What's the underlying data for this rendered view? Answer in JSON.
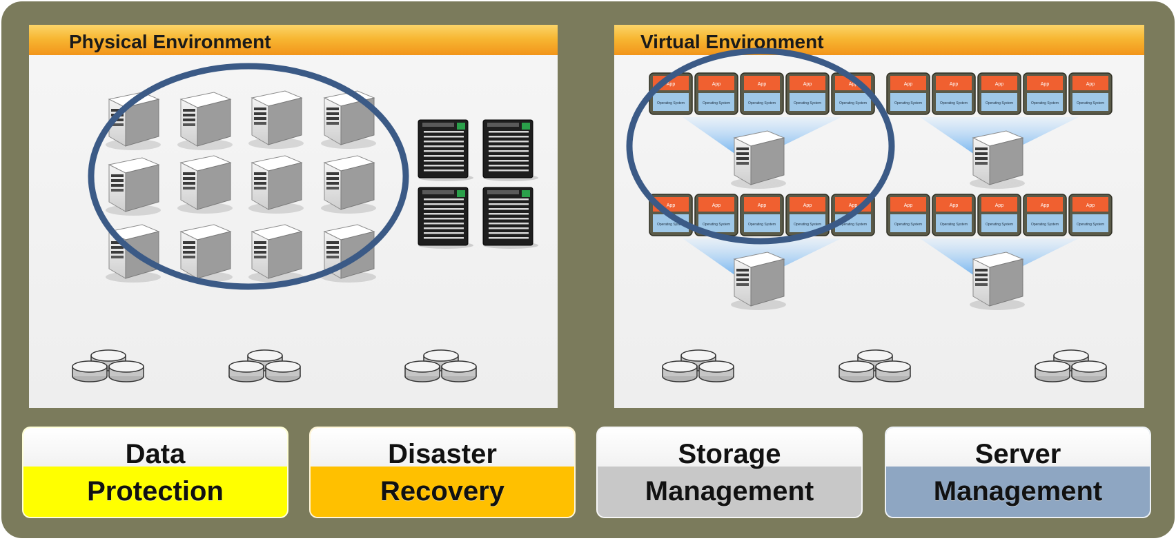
{
  "panels": {
    "physical": {
      "title": "Physical Environment"
    },
    "virtual": {
      "title": "Virtual Environment"
    }
  },
  "vm_labels": {
    "app": "App",
    "os": "Operating System"
  },
  "buttons": [
    {
      "line1": "Data",
      "line2": "Protection",
      "color": "#ffff00"
    },
    {
      "line1": "Disaster",
      "line2": "Recovery",
      "color": "#ffc000"
    },
    {
      "line1": "Storage",
      "line2": "Management",
      "color": "#c8c8c8"
    },
    {
      "line1": "Server",
      "line2": "Management",
      "color": "#8ea6c2"
    }
  ],
  "colors": {
    "frame": "#7b7b5c",
    "panel_header": "#f39c12",
    "highlight_ellipse": "#3b5a86",
    "vm_app": "#f06030",
    "vm_os": "#9fc8e8",
    "button_text": "#111111"
  },
  "icons": {
    "server": "server-tower-icon",
    "rack": "rack-server-icon",
    "storage": "storage-disks-icon",
    "vm": "virtual-machine-icon"
  }
}
